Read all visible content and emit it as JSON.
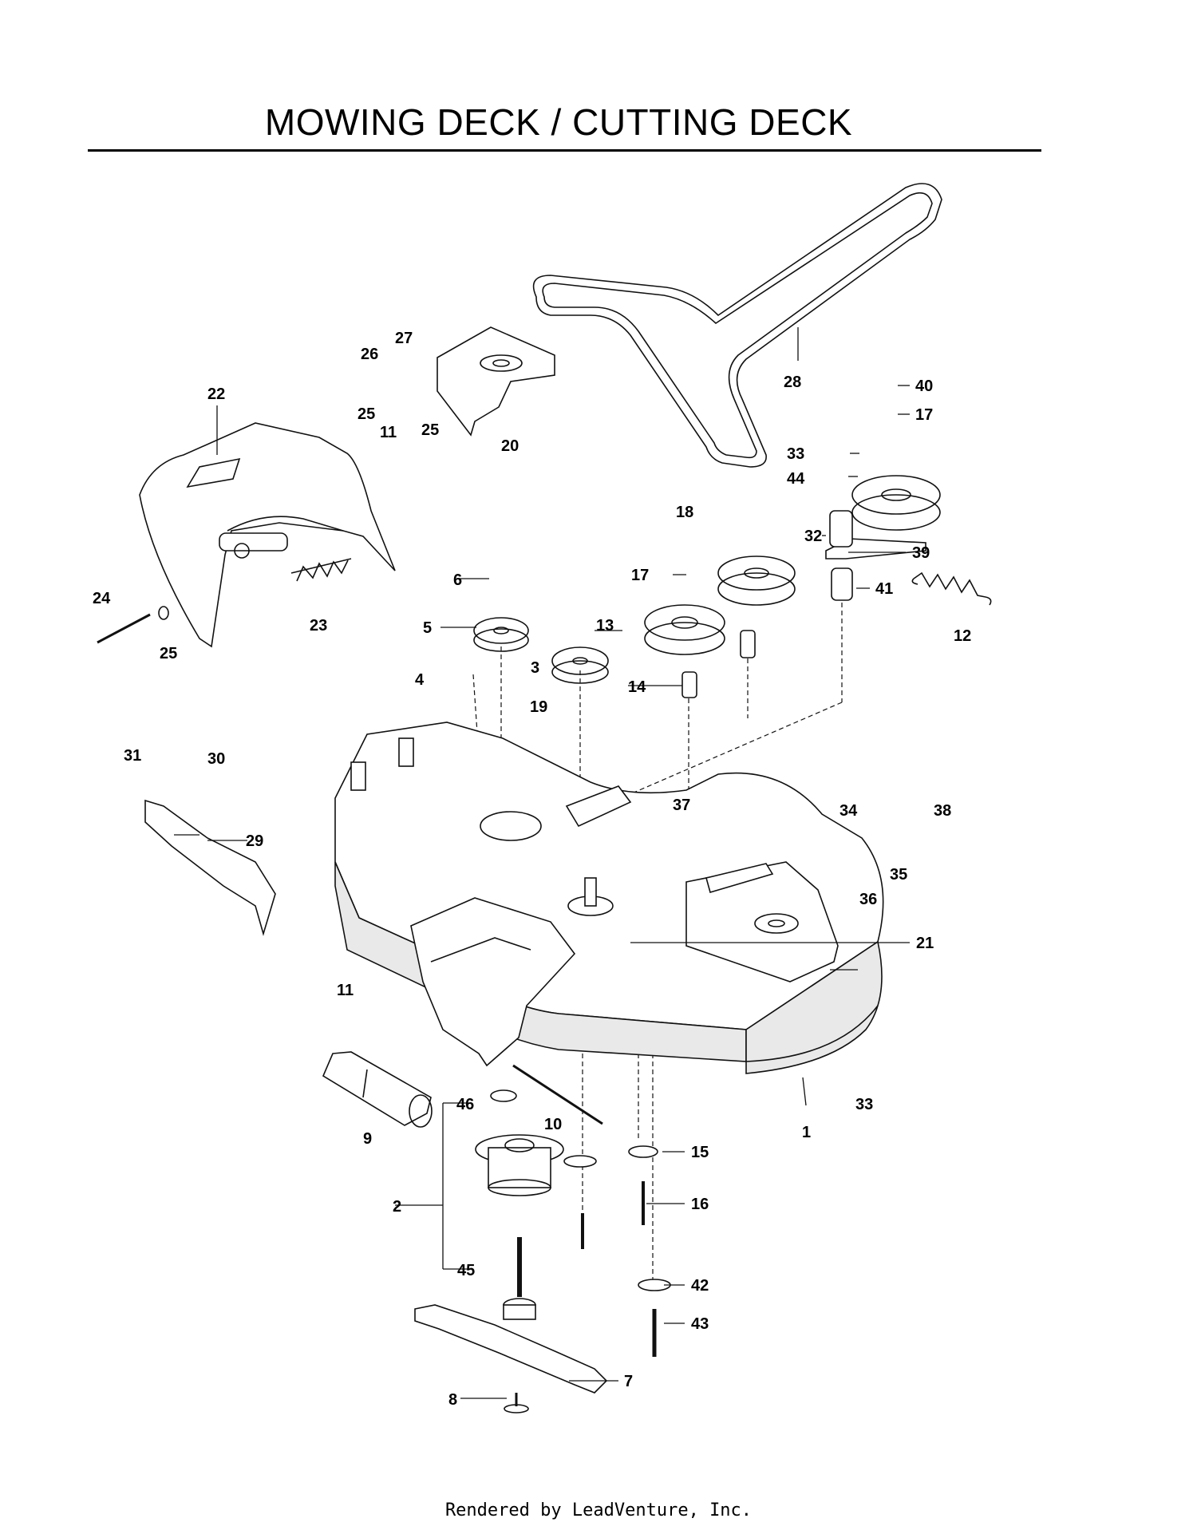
{
  "title": "MOWING DECK / CUTTING DECK",
  "watermark": "LEADVENTURE",
  "footer": "Rendered by LeadVenture, Inc.",
  "callouts": [
    "1",
    "2",
    "3",
    "4",
    "5",
    "6",
    "7",
    "8",
    "9",
    "10",
    "11",
    "11",
    "12",
    "13",
    "14",
    "15",
    "16",
    "17",
    "17",
    "18",
    "19",
    "20",
    "21",
    "22",
    "23",
    "24",
    "25",
    "25",
    "25",
    "26",
    "27",
    "28",
    "29",
    "30",
    "31",
    "32",
    "33",
    "33",
    "34",
    "35",
    "36",
    "37",
    "38",
    "39",
    "40",
    "41",
    "42",
    "43",
    "44",
    "45",
    "46"
  ]
}
